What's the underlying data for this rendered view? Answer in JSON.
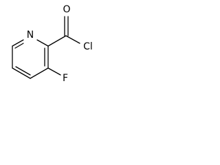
{
  "molecule": {
    "atoms": {
      "nitrogen": "N",
      "oxygen": "O",
      "chlorine": "Cl",
      "fluorine": "F"
    },
    "colors": {
      "bond": "#000000",
      "label": "#000000",
      "background": "#ffffff"
    }
  }
}
